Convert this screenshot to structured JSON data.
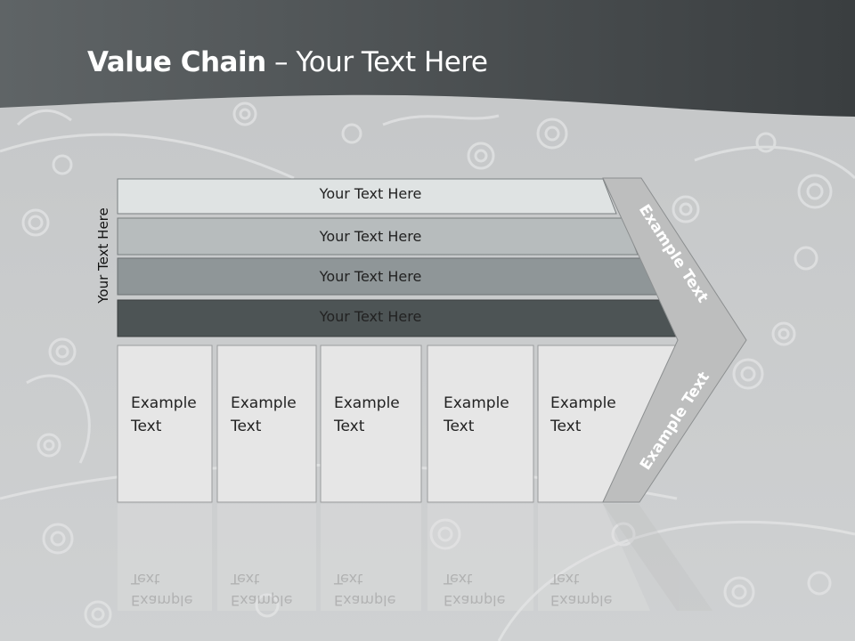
{
  "slide": {
    "title_bold": "Value Chain",
    "title_rest": " – Your Text Here",
    "side_label": "Your Text Here",
    "bands": [
      {
        "label": "Your Text Here",
        "color": "#dfe3e3"
      },
      {
        "label": "Your Text Here",
        "color": "#b7bcbd"
      },
      {
        "label": "Your Text Here",
        "color": "#8f9698"
      },
      {
        "label": "Your Text Here",
        "color": "#4d5455"
      }
    ],
    "boxes": [
      {
        "line1": "Example",
        "line2": "Text"
      },
      {
        "line1": "Example",
        "line2": "Text"
      },
      {
        "line1": "Example",
        "line2": "Text"
      },
      {
        "line1": "Example",
        "line2": "Text"
      },
      {
        "line1": "Example",
        "line2": "Text"
      }
    ],
    "chevron_top": "Example Text",
    "chevron_bottom": "Example Text",
    "colors": {
      "header_dark": "#3f4446",
      "background": "#c9cbcc",
      "box_fill": "#e6e6e6",
      "chevron": "#bdbebe"
    }
  }
}
